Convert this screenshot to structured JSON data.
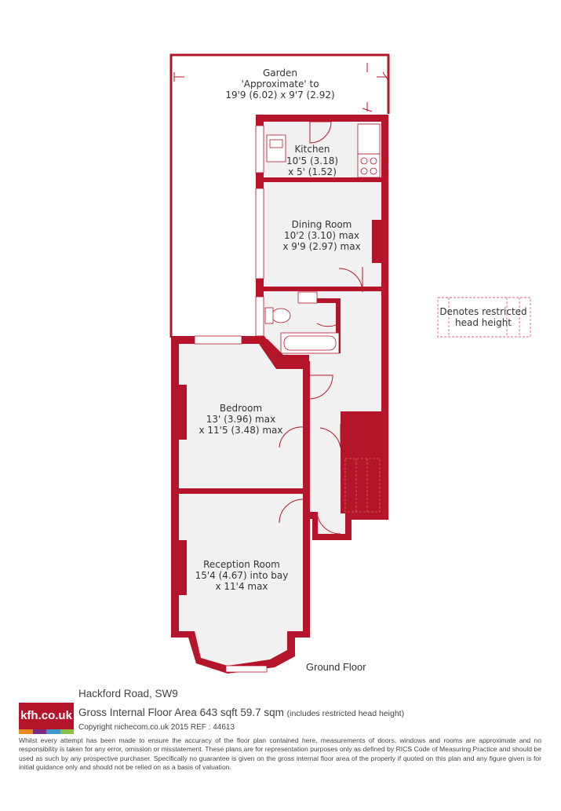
{
  "garden": {
    "label": "Garden",
    "line1": "'Approximate' to",
    "line2": "19'9 (6.02) x 9'7 (2.92)"
  },
  "rooms": {
    "kitchen": {
      "name": "Kitchen",
      "dim1": "10'5 (3.18)",
      "dim2": "x 5' (1.52)"
    },
    "dining": {
      "name": "Dining Room",
      "dim1": "10'2 (3.10) max",
      "dim2": "x 9'9 (2.97) max"
    },
    "bedroom": {
      "name": "Bedroom",
      "dim1": "13' (3.96) max",
      "dim2": "x 11'5 (3.48) max"
    },
    "reception": {
      "name": "Reception Room",
      "dim1": "15'4 (4.67) into bay",
      "dim2": "x 11'4 max"
    }
  },
  "legend": {
    "line1": "Denotes restricted",
    "line2": "head height"
  },
  "floor_label": "Ground Floor",
  "footer": {
    "logo_text": "kfh.co.uk",
    "address": "Hackford Road, SW9",
    "area_main": "Gross Internal Floor Area 643 sqft 59.7 sqm",
    "area_note": "(includes restricted head height)",
    "copyright": "Copyright nichecom.co.uk 2015 REF : 44613",
    "disclaimer": "Whilst every attempt has been made to ensure the accuracy of the floor plan contained here, measurements of doors, windows and rooms are approximate and no responsibility is taken for any error, omission or misstatement. These plans are for representation purposes only as defined by RICS Code of Measuring Practice and should be used as such by any prospective purchaser. Specifically no guarantee is given on the gross internal floor area of the property if quoted on this plan and any figure given is for initial guidance only and should not be relied on as a basis of valuation."
  },
  "colors": {
    "wall": "#b5152b",
    "floor": "#f1f1f1",
    "restricted": "#d9667a"
  },
  "logo_stripes": [
    "#e8891c",
    "#7b2d82",
    "#3b9ac9",
    "#8cbf3f"
  ]
}
